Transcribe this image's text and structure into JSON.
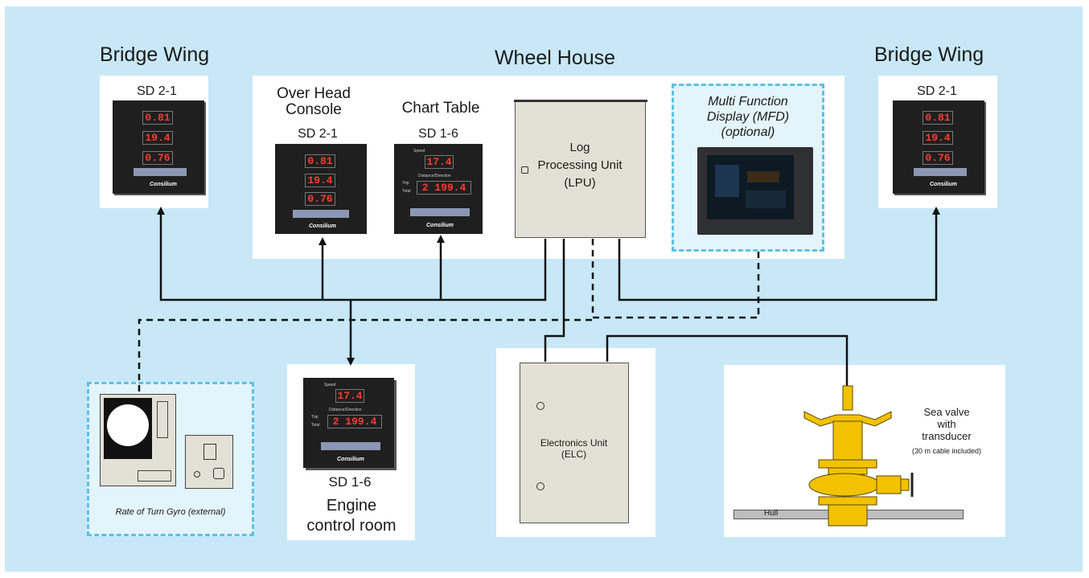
{
  "labels": {
    "bridge_wing_left": "Bridge Wing",
    "wheel_house": "Wheel House",
    "bridge_wing_right": "Bridge Wing",
    "sd21_left": "SD 2-1",
    "sd21_right": "SD 2-1",
    "overhead_line1": "Over Head",
    "overhead_line2": "Console",
    "sd21_overhead": "SD 2-1",
    "chart_table": "Chart Table",
    "sd16_chart": "SD 1-6",
    "lpu_line1": "Log",
    "lpu_line2": "Processing Unit",
    "lpu_line3": "(LPU)",
    "mfd_line1": "Multi Function",
    "mfd_line2": "Display (MFD)",
    "mfd_line3": "(optional)",
    "sd16_engine": "SD 1-6",
    "engine_line1": "Engine",
    "engine_line2": "control room",
    "elc_line1": "Electronics Unit",
    "elc_line2": "(ELC)",
    "sea_line1": "Sea valve",
    "sea_line2": "with",
    "sea_line3": "transducer",
    "sea_cable": "(30 m cable included)",
    "hull": "Hull",
    "gyro": "Rate of Turn Gyro (external)"
  },
  "sd21_display": {
    "top": "0.81",
    "mid": "19.4",
    "bottom": "0.76",
    "brand": "Consilium"
  },
  "sd16_display": {
    "speed": "17.4",
    "distance": "2 199.4",
    "speed_label": "Speed",
    "dist_label": "Distance/Direction",
    "trip": "Trip",
    "total": "Total",
    "brand": "Consilium"
  },
  "colors": {
    "background": "#c8e8f7",
    "dashed": "#5bc2e7",
    "led": "#ff3b2f",
    "yellow": "#f2c200",
    "lpu": "#e3e1d6"
  }
}
